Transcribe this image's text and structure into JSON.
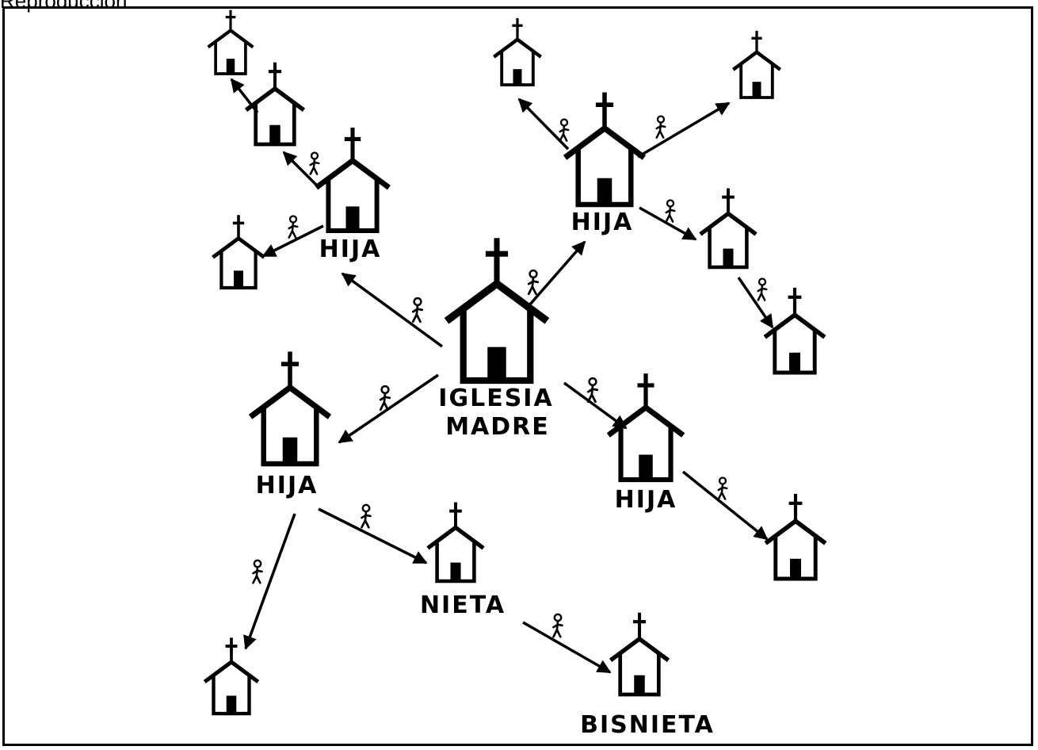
{
  "header": {
    "caption": "Reproducción"
  },
  "labels": {
    "mother_line1": "IGLESIA",
    "mother_line2": "MADRE",
    "daughter": "HIJA",
    "granddaughter": "NIETA",
    "great_granddaughter": "BISNIETA"
  },
  "colors": {
    "ink": "#000000",
    "background": "#ffffff"
  }
}
